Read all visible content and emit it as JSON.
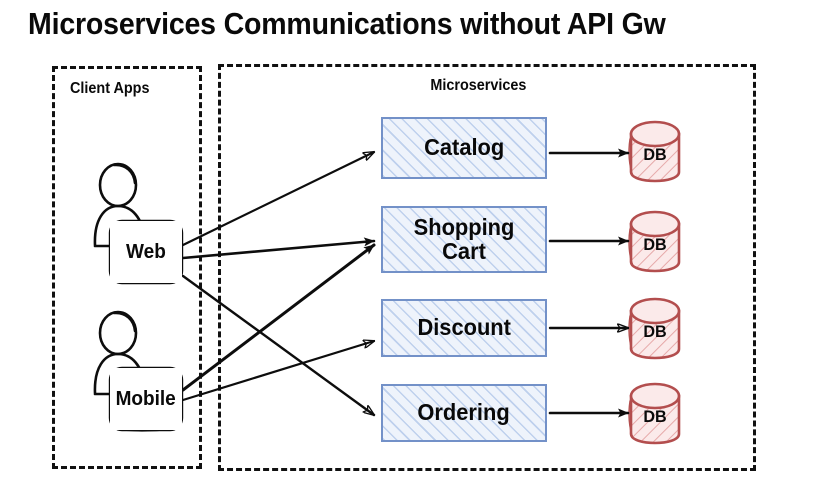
{
  "title": "Microservices Communications without API Gw",
  "groups": [
    {
      "id": "client",
      "label": "Client Apps"
    },
    {
      "id": "microservices",
      "label": "Microservices"
    }
  ],
  "clients": [
    {
      "id": "web",
      "label": "Web",
      "icon": "user-actor-icon"
    },
    {
      "id": "mobile",
      "label": "Mobile",
      "icon": "user-actor-icon"
    }
  ],
  "services": [
    {
      "id": "catalog",
      "label": "Catalog"
    },
    {
      "id": "cart",
      "label": "Shopping\nCart"
    },
    {
      "id": "discount",
      "label": "Discount"
    },
    {
      "id": "ordering",
      "label": "Ordering"
    }
  ],
  "databases": [
    {
      "id": "db-catalog",
      "label": "DB",
      "for": "catalog"
    },
    {
      "id": "db-cart",
      "label": "DB",
      "for": "cart"
    },
    {
      "id": "db-discount",
      "label": "DB",
      "for": "discount"
    },
    {
      "id": "db-ordering",
      "label": "DB",
      "for": "ordering"
    }
  ],
  "connections": [
    {
      "from": "web",
      "to": "catalog"
    },
    {
      "from": "web",
      "to": "cart"
    },
    {
      "from": "web",
      "to": "ordering"
    },
    {
      "from": "mobile",
      "to": "cart"
    },
    {
      "from": "mobile",
      "to": "discount"
    },
    {
      "from": "catalog",
      "to": "db-catalog"
    },
    {
      "from": "cart",
      "to": "db-cart"
    },
    {
      "from": "discount",
      "to": "db-discount"
    },
    {
      "from": "ordering",
      "to": "db-ordering"
    }
  ],
  "colors": {
    "service_border": "#7391c8",
    "service_fill": "#eef3fb",
    "service_hatch": "#96b4e1",
    "db_stroke": "#b34e4e",
    "db_fill": "#f7dede",
    "outline": "#111111",
    "text": "#0a0a0a",
    "background": "#ffffff"
  }
}
